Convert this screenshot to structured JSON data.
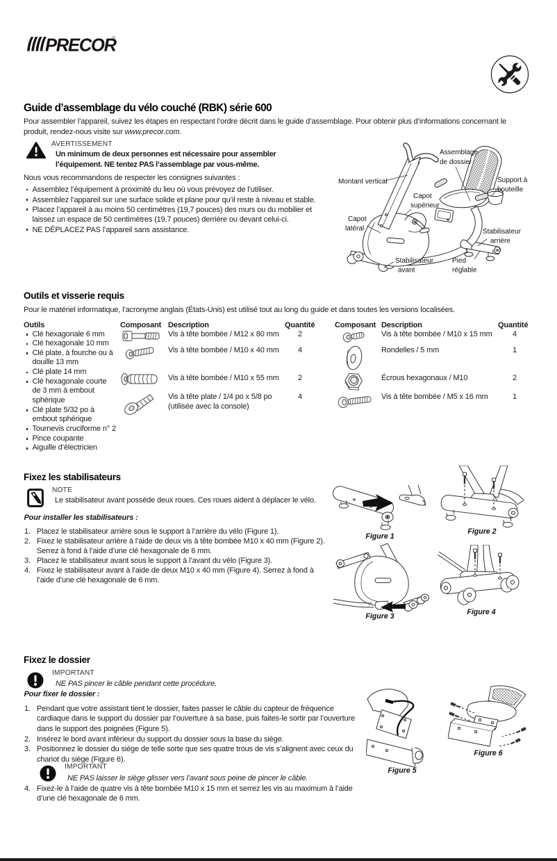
{
  "colors": {
    "text": "#1a1a1a",
    "footer_bar": "#181820"
  },
  "brand": {
    "name": "PRECOR",
    "registered": "®"
  },
  "header_icon": "tools-wrench-screwdriver-icon",
  "title": "Guide d’assemblage du vélo couché (RBK) série 600",
  "intro": {
    "line1": "Pour assembler l’appareil, suivez les étapes en respectant l’ordre décrit dans le guide d’assemblage. Pour obtenir plus d’informations concernant le",
    "line2_pre": "produit, rendez-nous visite sur ",
    "url": "www.precor.com",
    "line2_post": "."
  },
  "warning": {
    "label": "AVERTISSEMENT",
    "line1": "Un minimum de deux personnes est nécessaire pour assembler",
    "line2": "l’équipement. NE tentez PAS l’assemblage par vous-même."
  },
  "consignes": {
    "lead": "Nous vous recommandons de respecter les consignes suivantes :",
    "b1": "Assemblez l’équipement à proximité du lieu où vous prévoyez de l’utiliser.",
    "b2": "Assemblez l’appareil sur une surface solide et plane pour qu’il reste à niveau et stable.",
    "b3l1": "Placez l’appareil à au moins 50 centimètres (19,7 pouces) des murs ou du mobilier et",
    "b3l2": "laissez un espace de 50 centimètres (19,7 pouces) derrière ou devant celui-ci.",
    "b4": "NE DÉPLACEZ PAS l’appareil sans assistance."
  },
  "diagram": {
    "labels": {
      "assemblage": [
        "Assemblage",
        "de dossier"
      ],
      "montant": [
        "Montant vertical"
      ],
      "support": [
        "Support à",
        "bouteille"
      ],
      "capot_sup": [
        "Capot",
        "supérieur"
      ],
      "capot_lat": [
        "Capot",
        "latéral"
      ],
      "stab_arr": [
        "Stabilisateur",
        "arrière"
      ],
      "stab_av": [
        "Stabilisateur",
        "avant"
      ],
      "pied": [
        "Pied",
        "réglable"
      ]
    }
  },
  "tools": {
    "heading": "Outils et visserie requis",
    "intro": "Pour le matériel informatique, l’acronyme anglais (États-Unis) est utilisé tout au long du guide et dans toutes les versions localisées.",
    "col_outils": "Outils",
    "items": [
      [
        "Clé hexagonale 6 mm"
      ],
      [
        "Clé hexagonale 10 mm"
      ],
      [
        "Clé plate, à fourche ou à",
        "douille 13 mm"
      ],
      [
        "Clé plate 14 mm"
      ],
      [
        "Clé hexagonale courte",
        "de 3 mm à embout",
        "sphérique"
      ],
      [
        "Clé plate 5/32 po à",
        "embout sphérique"
      ],
      [
        "Tournevis cruciforme n° 2"
      ],
      [
        "Pince coupante"
      ],
      [
        "Aiguille d’électricien"
      ]
    ],
    "headers": {
      "composant": "Composant",
      "description": "Description",
      "quantite": "Quantité"
    },
    "left_rows": [
      {
        "icon": "socket-head-bolt-icon",
        "desc1": "Vis à tête bombée / M12 x 80 mm",
        "qty": "2"
      },
      {
        "icon": "button-head-bolt-icon",
        "desc1": "Vis à tête bombée / M10 x 40 mm",
        "qty": "4"
      },
      {
        "icon": "flange-head-bolt-icon",
        "desc1": "Vis à tête bombée / M10 x 55 mm",
        "qty": "2"
      },
      {
        "icon": "flat-head-screw-icon",
        "desc1": "Vis à tête plate / 1/4 po x 5/8 po",
        "desc2": "(utilisée avec la console)",
        "qty": "4"
      }
    ],
    "right_rows": [
      {
        "icon": "short-screw-icon",
        "desc1": "Vis à tête bombée / M10 x 15 mm",
        "qty": "4"
      },
      {
        "icon": "washer-icon",
        "desc1": "Rondelles / 5 mm",
        "qty": "1"
      },
      {
        "icon": "hex-nut-icon",
        "desc1": "Écrous hexagonaux / M10",
        "qty": "2"
      },
      {
        "icon": "round-head-screw-icon",
        "desc1": "Vis à tête bombée / M5 x 16 mm",
        "qty": "1"
      }
    ]
  },
  "stabilizers": {
    "heading": "Fixez les stabilisateurs",
    "note_label": "NOTE",
    "note_text": "Le stabilisateur avant possède deux roues. Ces roues aident à déplacer le vélo.",
    "lead": "Pour installer les stabilisateurs :",
    "steps": [
      {
        "num": "1.",
        "lines": [
          "Placez le stabilisateur arrière sous le support à l’arrière du vélo (Figure 1)."
        ]
      },
      {
        "num": "2.",
        "lines": [
          "Fixez le stabilisateur arrière à l’aide de deux vis à tête bombée M10 x 40 mm (Figure 2).",
          "Serrez à fond à l’aide d’une clé hexagonale de 6 mm."
        ]
      },
      {
        "num": "3.",
        "lines": [
          "Placez le stabilisateur avant sous le support à l’avant du vélo (Figure 3)."
        ]
      },
      {
        "num": "4.",
        "lines": [
          "Fixez le stabilisateur avant à l’aide de deux M10 x 40 mm (Figure 4). Serrez à fond à",
          "l’aide d’une clé hexagonale de 6 mm."
        ]
      }
    ],
    "fig1": "Figure 1",
    "fig2": "Figure 2",
    "fig3": "Figure 3",
    "fig4": "Figure 4"
  },
  "backrest": {
    "heading": "Fixez le dossier",
    "important1_label": "IMPORTANT",
    "important1_text": "NE PAS pincer le câble pendant cette procédure.",
    "lead": "Pour fixer le dossier :",
    "steps": [
      {
        "num": "1.",
        "lines": [
          "Pendant que votre assistant tient le dossier, faites passer le câble du capteur de fréquence",
          "cardiaque dans le support du dossier par l’ouverture à sa base, puis faites-le sortir par l’ouverture",
          "dans le support des poignées (Figure 5)."
        ]
      },
      {
        "num": "2.",
        "lines": [
          "Insérez le bord avant inférieur du support du dossier sous la base du siège."
        ]
      },
      {
        "num": "3.",
        "lines": [
          "Positionnez le dossier du siège de telle sorte que ses quatre trous de vis s’alignent avec ceux du",
          "chariot du siège (Figure 6)."
        ]
      }
    ],
    "important2_label": "IMPORTANT",
    "important2_text": "NE PAS laisser le siège glisser vers l’avant sous peine de pincer le câble.",
    "step4": {
      "num": "4.",
      "lines": [
        "Fixez-le à l’aide de quatre vis à tête bombée M10 x 15 mm et serrez les vis au maximum à l’aide",
        "d’une clé hexagonale de 6 mm."
      ]
    },
    "fig5": "Figure 5",
    "fig6": "Figure 6"
  }
}
